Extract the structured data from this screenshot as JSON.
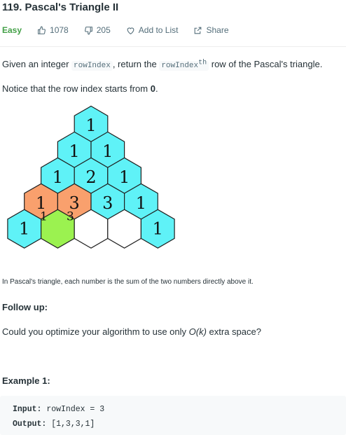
{
  "problem": {
    "title": "119. Pascal's Triangle II",
    "difficulty": "Easy",
    "likes": "1078",
    "dislikes": "205",
    "add_to_list_label": "Add to List",
    "share_label": "Share"
  },
  "description": {
    "p1_before": "Given an integer ",
    "p1_code1": "rowIndex",
    "p1_mid": ", return the ",
    "p1_code2": "rowIndex",
    "p1_sup": "th",
    "p1_after": " row of the Pascal's triangle.",
    "p2_before": "Notice that the row index starts from ",
    "p2_bold": "0",
    "p2_after": "."
  },
  "triangle": {
    "rows": [
      [
        "1"
      ],
      [
        "1",
        "1"
      ],
      [
        "1",
        "2",
        "1"
      ],
      [
        "1",
        "3",
        "3",
        "1"
      ],
      [
        "1",
        "",
        "",
        "",
        "1"
      ]
    ],
    "hint_labels": [
      "1",
      "3"
    ],
    "colors": {
      "default": "#5ff2f7",
      "orange": "#f9a06d",
      "green": "#9bf250",
      "empty": "#ffffff",
      "stroke": "#1f1f1f"
    },
    "highlight": {
      "orange": [
        [
          3,
          0
        ],
        [
          3,
          1
        ]
      ],
      "green": [
        [
          4,
          1
        ]
      ],
      "empty": [
        [
          4,
          2
        ],
        [
          4,
          3
        ]
      ]
    }
  },
  "caption": "In Pascal's triangle, each number is the sum of the two numbers directly above it.",
  "follow_up": {
    "heading": "Follow up:",
    "text_before": "Could you optimize your algorithm to use only ",
    "text_em": "O(k)",
    "text_after": " extra space?"
  },
  "example1": {
    "heading": "Example 1:",
    "input_label": "Input:",
    "input_value": " rowIndex = 3",
    "output_label": "Output:",
    "output_value": " [1,3,3,1]"
  }
}
